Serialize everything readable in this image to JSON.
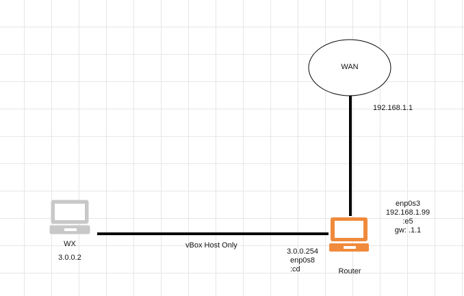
{
  "wan": {
    "label": "WAN",
    "ip": "192.168.1.1"
  },
  "router": {
    "label": "Router",
    "wan_interface": [
      "enp0s3",
      "192.168.1.99",
      ":e5",
      "gw: .1.1"
    ],
    "lan_interface": [
      "3.0.0.254",
      "enp0s8",
      ":cd"
    ],
    "icon_color": "#f08a3c"
  },
  "host": {
    "label": "WX",
    "ip": "3.0.0.2",
    "icon_color": "#c8c8c8"
  },
  "link": {
    "label": "vBox Host Only"
  }
}
